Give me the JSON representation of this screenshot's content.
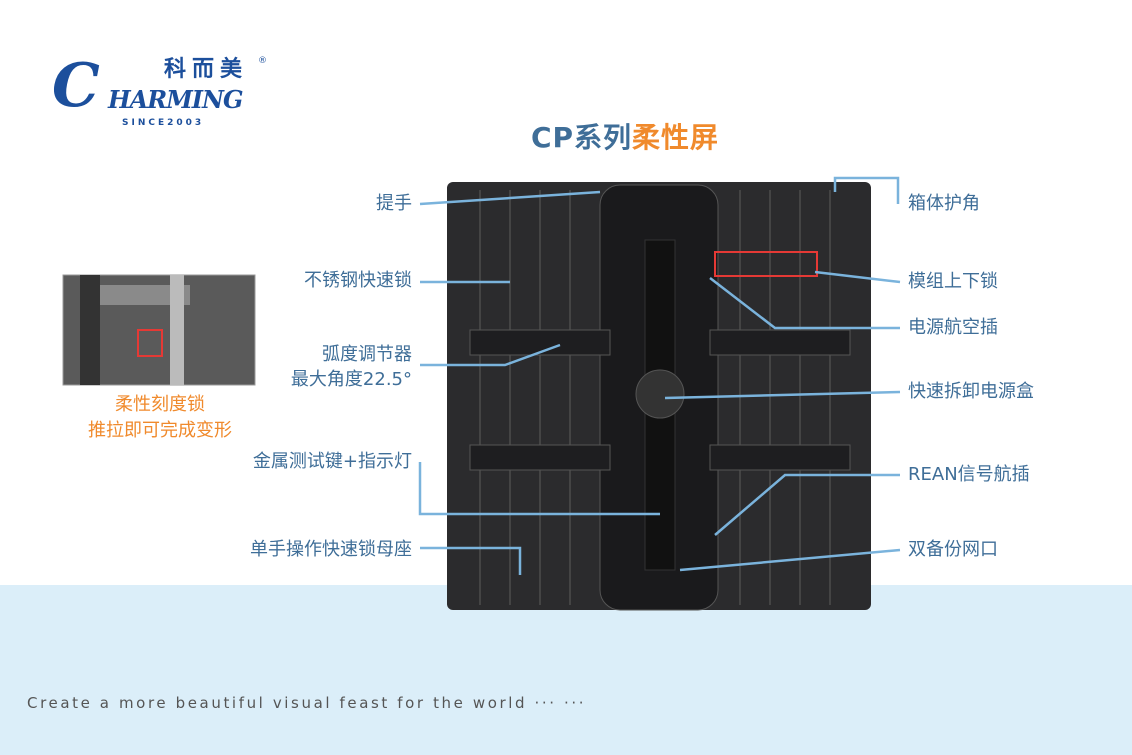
{
  "logo": {
    "brand_cn": "科而美",
    "brand_en": "HARMING",
    "initial": "C",
    "since": "SINCE2003",
    "registered": "®"
  },
  "title": {
    "prefix": "CP系列",
    "highlight": "柔性屏"
  },
  "colors": {
    "blue": "#3f6e98",
    "orange": "#f08a2c",
    "line": "#7ab3dc",
    "band": "#dbeef9"
  },
  "left_labels": [
    "提手",
    "不锈钢快速锁",
    "弧度调节器",
    "最大角度22.5°",
    "金属测试键+指示灯",
    "单手操作快速锁母座"
  ],
  "right_labels": [
    "箱体护角",
    "模组上下锁",
    "电源航空插",
    "快速拆卸电源盒",
    "REAN信号航插",
    "双备份网口"
  ],
  "inset": {
    "caption1": "柔性刻度锁",
    "caption2": "推拉即可完成变形"
  },
  "slogan": "Create a more beautiful visual feast for the world ··· ···"
}
